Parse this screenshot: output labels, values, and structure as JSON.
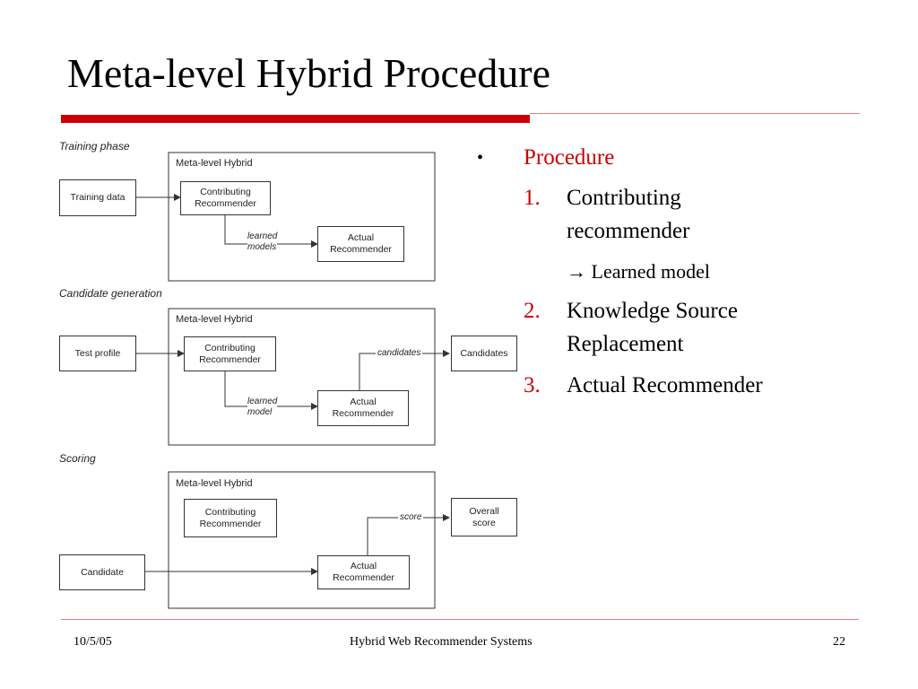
{
  "slide": {
    "title": "Meta-level Hybrid Procedure",
    "footer": {
      "date": "10/5/05",
      "center": "Hybrid Web Recommender Systems",
      "page": "22"
    }
  },
  "diagram": {
    "phases": [
      "Training phase",
      "Candidate generation",
      "Scoring"
    ],
    "frame_label": "Meta-level Hybrid",
    "training": {
      "input": "Training data",
      "contributing": "Contributing\nRecommender",
      "note": "learned\nmodels",
      "actual": "Actual\nRecommender"
    },
    "candidate": {
      "input": "Test profile",
      "contributing": "Contributing\nRecommender",
      "note": "learned\nmodel",
      "actual": "Actual\nRecommender",
      "out_note": "candidates",
      "output": "Candidates"
    },
    "scoring": {
      "input": "Candidate",
      "contributing": "Contributing\nRecommender",
      "actual": "Actual\nRecommender",
      "out_note": "score",
      "output": "Overall\nscore"
    }
  },
  "bullets": {
    "bullet_glyph": "•",
    "heading": "Procedure",
    "items": [
      {
        "num": "1.",
        "text": "Contributing",
        "text2": "recommender"
      },
      {
        "arrow": "→",
        "text": "Learned model"
      },
      {
        "num": "2.",
        "text": "Knowledge Source",
        "text2": "Replacement"
      },
      {
        "num": "3.",
        "text": "Actual Recommender"
      }
    ]
  }
}
